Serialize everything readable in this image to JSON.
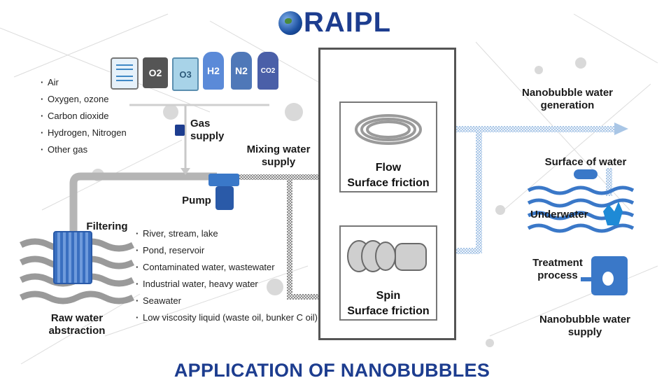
{
  "logo": {
    "text": "RAIPL"
  },
  "gases": {
    "labels": [
      "O2",
      "O3",
      "H2",
      "N2",
      "CO2"
    ],
    "list": [
      "Air",
      "Oxygen, ozone",
      "Carbon dioxide",
      "Hydrogen, Nitrogen",
      "Other gas"
    ]
  },
  "labels": {
    "gas_supply": "Gas supply",
    "mixing_water_supply": "Mixing water supply",
    "pump": "Pump",
    "filtering": "Filtering",
    "raw_water_abstraction": "Raw water abstraction",
    "flow": "Flow",
    "flow_surface": "Surface friction",
    "spin": "Spin",
    "spin_surface": "Surface friction",
    "nanobubble_generation": "Nanobubble water generation",
    "surface_of_water": "Surface of water",
    "underwater": "Underwater",
    "treatment_process": "Treatment process",
    "nanobubble_supply": "Nanobubble water supply"
  },
  "sources": {
    "list": [
      "River, stream, lake",
      "Pond, reservoir",
      "Contaminated water, wastewater",
      "Industrial water, heavy water",
      "Seawater",
      "Low viscosity liquid (waste oil, bunker C oil)"
    ]
  },
  "title": "APPLICATION OF NANOBUBBLES",
  "colors": {
    "brand": "#1d3d8f",
    "water": "#3a78c8",
    "cylinder": "#5b7fc4"
  }
}
